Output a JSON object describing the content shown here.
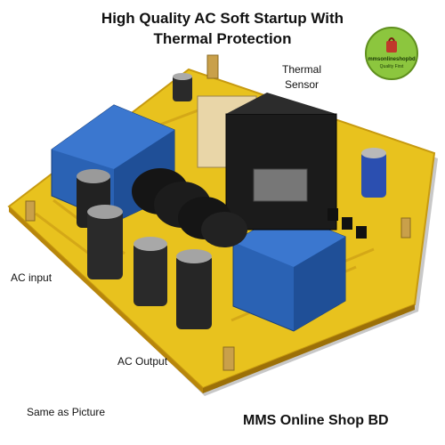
{
  "title_line1": "High Quality AC Soft Startup With",
  "title_line2": "Thermal Protection",
  "labels": {
    "thermal_line1": "Thermal",
    "thermal_line2": "Sensor",
    "ac_input": "AC input",
    "ac_output": "AC Output",
    "same_as_picture": "Same as Picture",
    "shop_name": "MMS Online Shop BD"
  },
  "badge": {
    "name": "mmsonlineshopbd",
    "tagline": "Quality First"
  },
  "colors": {
    "pcb": "#e8c21e",
    "relay": "#2a62b4",
    "transformer": "#1b1b1b",
    "badge": "#8cc63e"
  }
}
